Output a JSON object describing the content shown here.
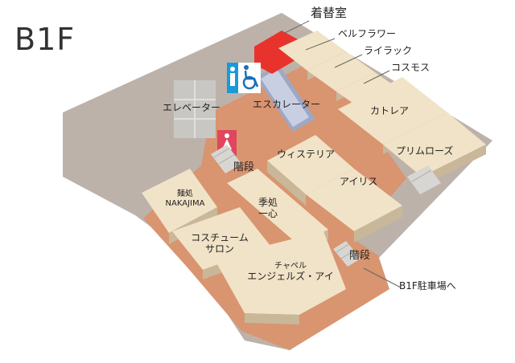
{
  "floor": "B1F",
  "rooms": {
    "fitting_room": "着替室",
    "bellflower": "ベルフラワー",
    "lilac": "ライラック",
    "cosmos": "コスモス",
    "cattleya": "カトレア",
    "primrose": "プリムローズ",
    "wisteria": "ウィステリア",
    "iris": "アイリス",
    "noodle": {
      "line1": "麺処",
      "line2": "NAKAJIMA"
    },
    "kisetsu": {
      "line1": "季処",
      "line2": "一心"
    },
    "costume": {
      "line1": "コスチューム",
      "line2": "サロン"
    },
    "chapel": {
      "line1": "チャペル",
      "line2": "エンジェルズ・アイ"
    }
  },
  "facilities": {
    "elevator": "エレベーター",
    "escalator": "エスカレーター",
    "stairs_1": "階段",
    "stairs_2": "階段",
    "parking": "B1F駐車場へ"
  },
  "icons": [
    "male-restroom-icon",
    "wheelchair-icon",
    "female-restroom-icon"
  ],
  "colors": {
    "corridor": "#d99470",
    "room_top": "#f1e3c7",
    "room_side": "#c9b79a",
    "backdrop": "#bdb2aa",
    "fitting_room": "#e8332d",
    "restroom_male": "#1a9ad7",
    "restroom_female": "#e0465e"
  }
}
